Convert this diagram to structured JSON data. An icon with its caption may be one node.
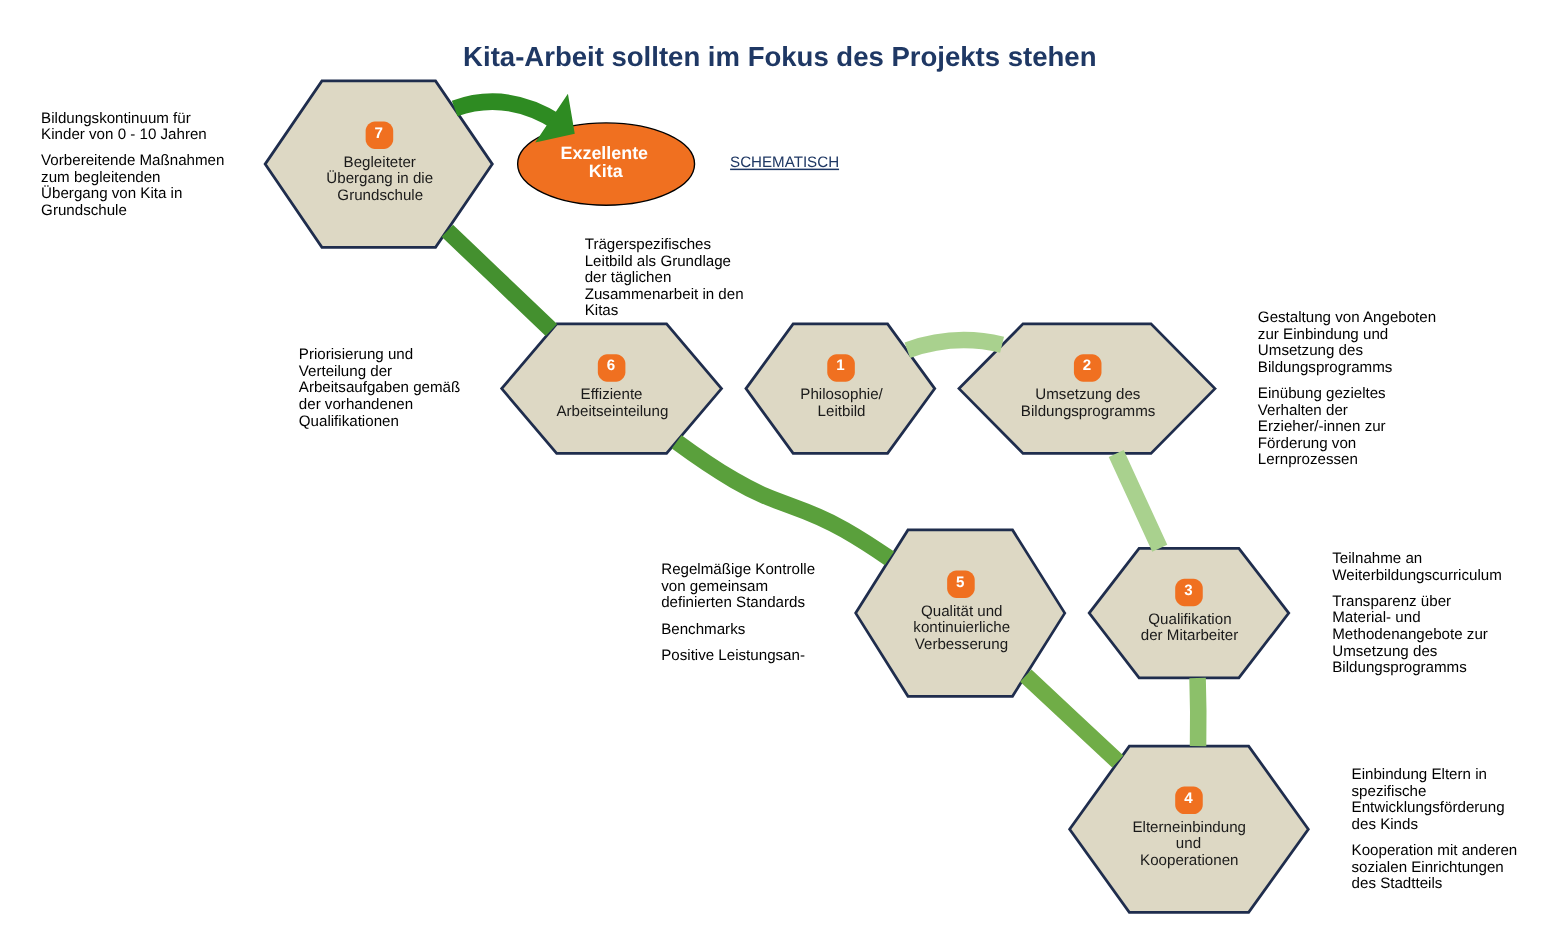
{
  "diagram": {
    "title": "Kita-Arbeit sollten im Fokus des Projekts stehen",
    "nodes": [
      {
        "text": [
          "1",
          "Philosophie/ Leitbild"
        ],
        "beside": [
          "Trägerspezifisches Leitbild als Grundlage der täglichen Zusammenarbeit in den Kitas"
        ]
      },
      {
        "text": [
          "2",
          "Umsetzung des Bildungsprogramms"
        ],
        "beside": [
          "Gestaltung von Angeboten zur Einbindung und Umsetzung des Bildungsprogramms",
          "Einübung gezieltes Verhalten der Erzieher/-innen zur Förderung von Lernprozessen"
        ]
      },
      {
        "text": [
          "3",
          "Qualifikation der Mitarbeiter"
        ],
        "beside": [
          "Teilnahme an Weiterbildungscurriculum",
          "Transparenz über Material- und Methodenangebote zur Umsetzung des Bildungsprogramms"
        ]
      },
      {
        "text": [
          "4",
          "Elterneinbindung und Kooperationen"
        ],
        "beside": [
          "Einbindung Eltern in spezifische Entwicklungsförderung des Kinds",
          "Kooperation mit anderen sozialen Einrichtungen des Stadtteils"
        ]
      },
      {
        "text": [
          "5",
          "Qualität und kontinuierliche Verbesserung"
        ],
        "beside": [
          "Regelmäßige Kontrolle von gemeinsam definierten Standards",
          "Benchmarks",
          "Positive Leistungsan-"
        ]
      },
      {
        "text": [
          "6",
          "Effiziente Arbeitseinteilung"
        ],
        "beside": [
          "Priorisierung und Verteilung der Arbeitsaufgaben gemäß der vorhandenen Qualifikationen"
        ]
      },
      {
        "text": [
          "7",
          "Begleiteter Übergang in die Grundschule"
        ],
        "beside": [
          "Bildungskontinuum für Kinder von 0 - 10 Jahren",
          "Vorbereitende Maßnahmen zum begleitenden Übergang von Kita in Grundschule"
        ]
      },
      {
        "text": [
          "Exzellente Kita"
        ]
      }
    ],
    "edges": [
      {
        "from": 0,
        "to": 1,
        "arrow": "none",
        "color": "#a9d18e"
      },
      {
        "from": 1,
        "to": 2,
        "arrow": "none",
        "color": "#a9d18e"
      },
      {
        "from": 2,
        "to": 3,
        "arrow": "none",
        "color": "#8cc06a"
      },
      {
        "from": 3,
        "to": 4,
        "arrow": "none",
        "color": "#70ad47"
      },
      {
        "from": 4,
        "to": 5,
        "arrow": "none",
        "color": "#5aa03c"
      },
      {
        "from": 5,
        "to": 6,
        "arrow": "none",
        "color": "#44902f"
      },
      {
        "from": 6,
        "to": 7,
        "arrow": "to",
        "color": "#2e8b22"
      }
    ],
    "labels": [
      "SCHEMATISCH"
    ]
  }
}
